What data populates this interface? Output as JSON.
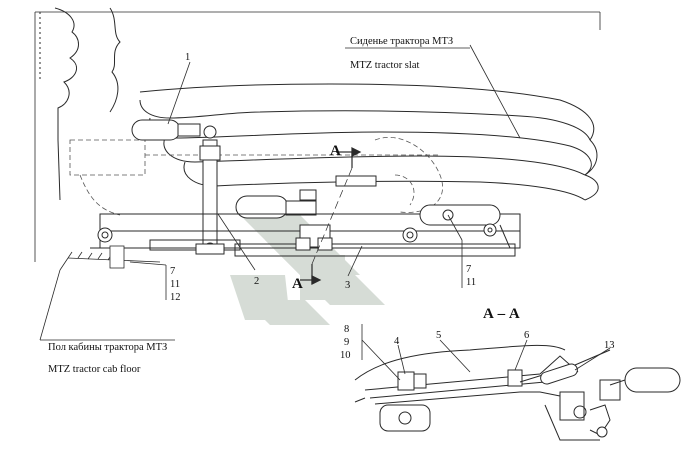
{
  "labels": {
    "seat_ru": "Сиденье трактора МТЗ",
    "seat_en": "MTZ tractor slat",
    "floor_ru": "Пол кабины трактора МТЗ",
    "floor_en": "MTZ tractor cab floor",
    "section_a": "А",
    "section_a2": "А",
    "section_title": "А – А"
  },
  "callouts": {
    "n1": "1",
    "n2": "2",
    "n3": "3",
    "n4": "4",
    "n5": "5",
    "n6": "6",
    "n13": "13",
    "group_left": [
      "7",
      "11",
      "12"
    ],
    "group_right": [
      "7",
      "11"
    ],
    "group_mid": [
      "8",
      "9",
      "10"
    ]
  },
  "colors": {
    "line": "#2a2a2a",
    "hidden_line": "#555555",
    "watermark": "#cfd6cf"
  }
}
